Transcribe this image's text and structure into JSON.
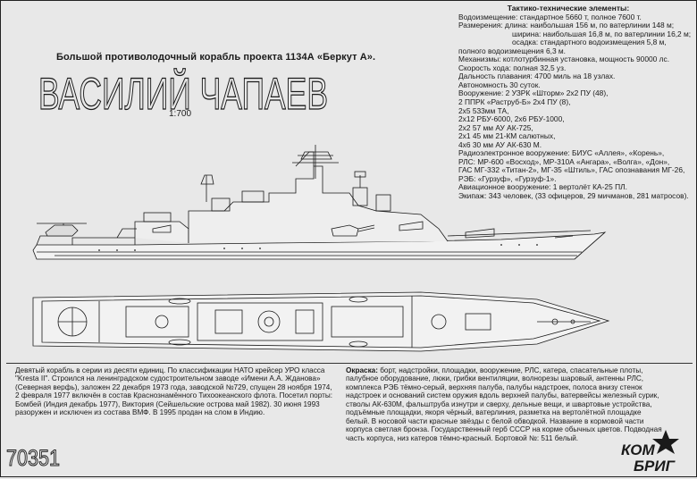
{
  "subtitle": "Большой противолодочный корабль проекта 1134А «Беркут А».",
  "title": "ВАСИЛИЙ ЧАПАЕВ",
  "scale": "1:700",
  "specs": {
    "heading": "Тактико-технические элементы:",
    "lines": [
      "Водоизмещение: стандартное 5660 т, полное 7600 т.",
      "Размерения: длина: наибольшая 156 м, по ватерлинии 148 м;",
      "ширина: наибольшая 16,8 м, по ватерлинии 16,2 м;",
      "осадка: стандартного водоизмещения 5,8 м,",
      "полного водоизмещения 6,3 м.",
      "Механизмы: котлотурбинная установка, мощность 90000 лс.",
      "Скорость хода: полная 32,5 уз.",
      "Дальность плавания: 4700 миль на 18 узлах.",
      "Автономность 30 суток.",
      "Вооружение: 2 УЗРК «Шторм» 2х2 ПУ (48),",
      "2 ППРК «Раструб-Б» 2х4 ПУ (8),",
      "2х5 533мм ТА,",
      "2х12 РБУ-6000, 2х6 РБУ-1000,",
      "2х2 57 мм АУ АК-725,",
      "2х1 45 мм 21-КМ салютных,",
      "4х6 30 мм АУ АК-630 М.",
      "Радиоэлектронное вооружение: БИУС «Аллея», «Корень»,",
      "РЛС: МР-600 «Восход», МР-310А «Ангара», «Волга», «Дон»,",
      "ГАС МГ-332 «Титан-2», МГ-35 «Штиль», ГАС опознавания МГ-26,",
      "РЭБ: «Гурзуф», «Гурзуф-1».",
      "Авиационное вооружение: 1 вертолёт КА-25 ПЛ.",
      "Экипаж: 343 человек, (33 офицеров, 29 мичманов, 281 матросов)."
    ]
  },
  "history": [
    "Девятый корабль в серии из десяти единиц. По классификации НАТО крейсер УРО класса",
    "\"Kresta II\". Строился на ленинградском судостроительном заводе «Имени А.А. Жданова»",
    "(Северная верфь), заложен 22 декабря 1973 года, заводской №729, спущен 28 ноября 1974,",
    "2 февраля 1977 включён в состав Краснознамённого Тихоокеанского флота. Посетил порты:",
    "Бомбей (Индия декабрь 1977), Виктория (Сейшельские острова май 1982). 30 июня 1993",
    "разоружен и исключен из состава ВМФ. В 1995 продан на слом в Индию."
  ],
  "painting": {
    "label": "Окраска:",
    "first": " борт, надстройки, площадки, вооружение, РЛС, катера, спасательные плоты,",
    "lines": [
      "палубное оборудование, люки, грибки вентиляции, волнорезы шаровый, антенны РЛС,",
      "комплекса РЭБ тёмно-серый, верхняя палуба, палубы надстроек, полоса внизу стенок",
      "надстроек и оснований систем оружия вдоль верхней палубы, ватервейсы железный сурик,",
      "стволы АК-630М, фальштруба изнутри и сверху, дельные вещи, и швартовые устройства,",
      "подъёмные площадки, якоря чёрный, ватерлиния, разметка на вертолётной площадке",
      "белый. В носовой части красные звёзды с белой обводкой. Название в кормовой части",
      "корпуса светлая бронза. Государственный герб СССР на корме обычных цветов. Подводная",
      "часть корпуса, низ катеров тёмно-красный. Бортовой №: 511 белый."
    ]
  },
  "model_code": "70351",
  "logo": {
    "top": "КОМ",
    "bottom": "БРИГ"
  },
  "colors": {
    "background": "#e8e8e8",
    "ink": "#1a1a1a"
  }
}
